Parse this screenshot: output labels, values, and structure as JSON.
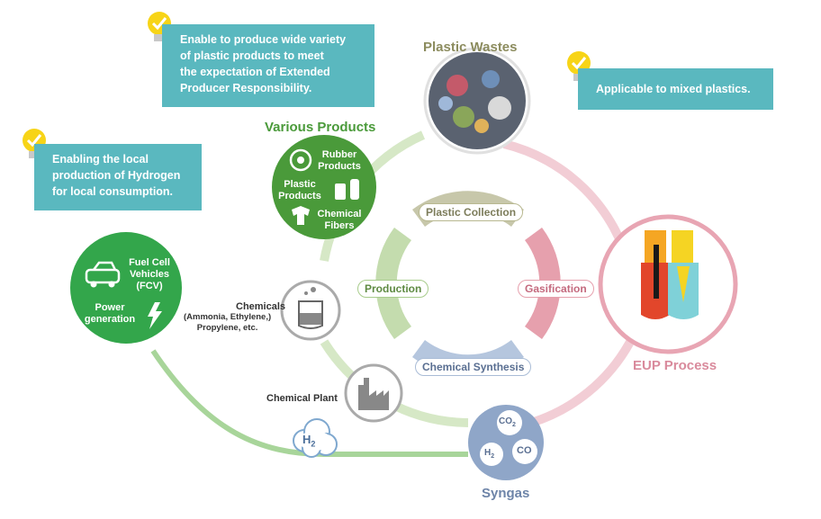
{
  "callouts": {
    "top": {
      "lines": [
        "Enable to produce wide variety",
        "of plastic products to meet",
        "the expectation of Extended",
        "Producer Responsibility."
      ]
    },
    "right": {
      "lines": [
        "Applicable to mixed plastics."
      ]
    },
    "left": {
      "lines": [
        "Enabling the local",
        "production of Hydrogen",
        "for local consumption."
      ]
    }
  },
  "titles": {
    "plastic_wastes": "Plastic Wastes",
    "various_products": "Various Products",
    "eup_process": "EUP Process",
    "syngas": "Syngas"
  },
  "inner_ring": {
    "plastic_collection": "Plastic Collection",
    "gasification": "Gasification",
    "chemical_synthesis": "Chemical Synthesis",
    "production": "Production"
  },
  "products": {
    "rubber": [
      "Rubber",
      "Products"
    ],
    "plastic": [
      "Plastic",
      "Products"
    ],
    "chemical_fibers": [
      "Chemical",
      "Fibers"
    ]
  },
  "fcv": {
    "vehicles": [
      "Fuel Cell",
      "Vehicles",
      "(FCV)"
    ],
    "power": [
      "Power",
      "generation"
    ]
  },
  "chemicals": {
    "title": "Chemicals",
    "list": [
      "Ammonia, Ethylene,",
      "Propylene, etc."
    ]
  },
  "chemical_plant": "Chemical Plant",
  "h2": {
    "text": "H",
    "sub": "2"
  },
  "syngas_gases": {
    "co2": {
      "text": "CO",
      "sub": "2"
    },
    "h2": {
      "text": "H",
      "sub": "2"
    },
    "co": "CO"
  },
  "colors": {
    "teal_callout": "#5ab8bf",
    "green": "#4a9a3a",
    "pink": "#e8a5b3",
    "olive": "#b8b890",
    "blue": "#a9bcd6",
    "light_green": "#c8e0b0"
  }
}
